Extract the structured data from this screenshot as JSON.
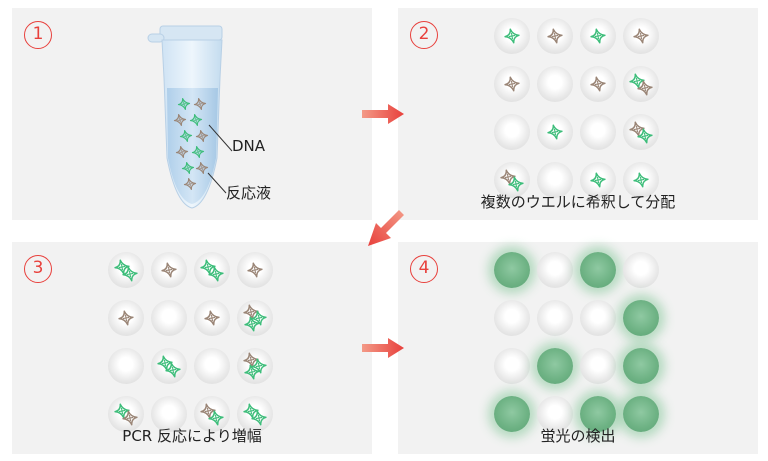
{
  "panels": [
    {
      "number": "1"
    },
    {
      "number": "2",
      "caption": "複数のウエルに希釈して分配"
    },
    {
      "number": "3",
      "caption": "PCR 反応により増幅"
    },
    {
      "number": "4",
      "caption": "蛍光の検出"
    }
  ],
  "tube": {
    "label_dna": "DNA",
    "label_solution": "反応液"
  },
  "wells_dilute": [
    [
      "g",
      "b",
      "g",
      "b"
    ],
    [
      "b",
      "",
      "b",
      "gb"
    ],
    [
      "",
      "g",
      "",
      "bg"
    ],
    [
      "bg",
      "",
      "g",
      "g"
    ]
  ],
  "wells_amplify": [
    [
      "gg",
      "b",
      "gg",
      "b"
    ],
    [
      "b",
      "",
      "b",
      "bgg"
    ],
    [
      "",
      "gg",
      "",
      "bgg"
    ],
    [
      "gb",
      "",
      "bg",
      "gg"
    ]
  ],
  "wells_detect": [
    [
      1,
      0,
      1,
      0
    ],
    [
      0,
      0,
      0,
      1
    ],
    [
      0,
      1,
      0,
      1
    ],
    [
      1,
      0,
      1,
      1
    ]
  ],
  "colors": {
    "accent": "#e8403c",
    "dna_green": "#3dbd7a",
    "dna_brown": "#9a8576",
    "fluor": "#6fb385"
  }
}
